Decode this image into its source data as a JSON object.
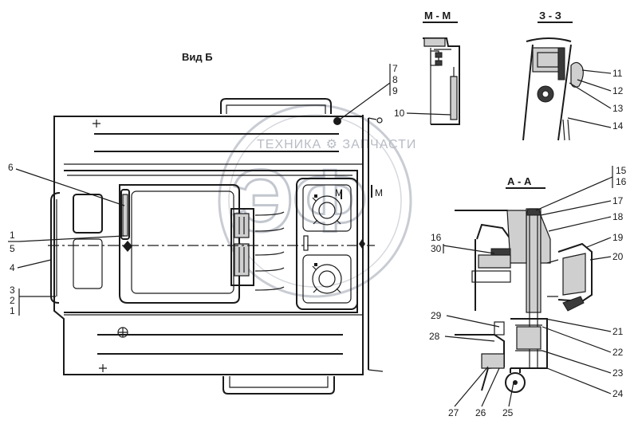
{
  "titles": {
    "view_b": "Вид Б",
    "section_mm": "М - М",
    "section_33": "З - З",
    "section_aa": "А - А"
  },
  "watermark": {
    "text": "ТЕХНИКА  ⚙  ЗАПЧАСТИ",
    "logo_letters": "ЭФ"
  },
  "view_marks": {
    "m_upper": "М",
    "m_lower": "М"
  },
  "left_labels": {
    "l6": "6",
    "l1": "1",
    "l5": "5",
    "l4": "4",
    "l3": "3",
    "l2": "2",
    "l1b": "1"
  },
  "top_labels": {
    "l7": "7",
    "l8": "8",
    "l9": "9",
    "l10": "10"
  },
  "z_labels": {
    "l11": "11",
    "l12": "12",
    "l13": "13",
    "l14": "14"
  },
  "aa_labels": {
    "l15": "15",
    "l16": "16",
    "l17": "17",
    "l18": "18",
    "l19": "19",
    "l20": "20",
    "l16b": "16",
    "l30": "30",
    "l21": "21",
    "l22": "22",
    "l23": "23",
    "l24": "24",
    "l25": "25",
    "l26": "26",
    "l27": "27",
    "l28": "28",
    "l29": "29"
  }
}
